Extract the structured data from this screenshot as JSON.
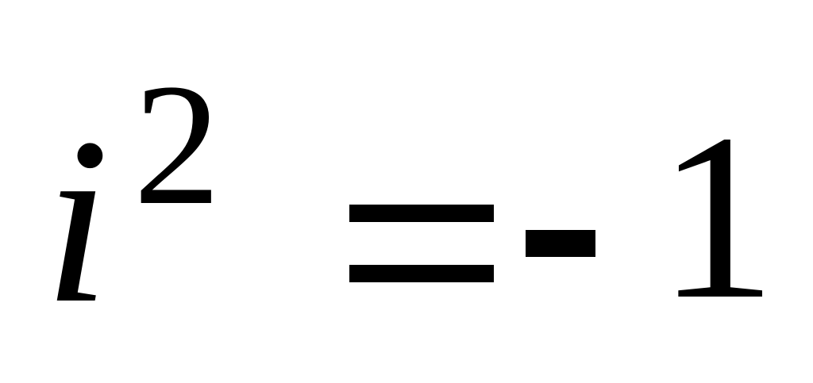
{
  "equation": {
    "variable": "i",
    "exponent": "2",
    "equals": "=",
    "minus": "-",
    "value": "1"
  }
}
